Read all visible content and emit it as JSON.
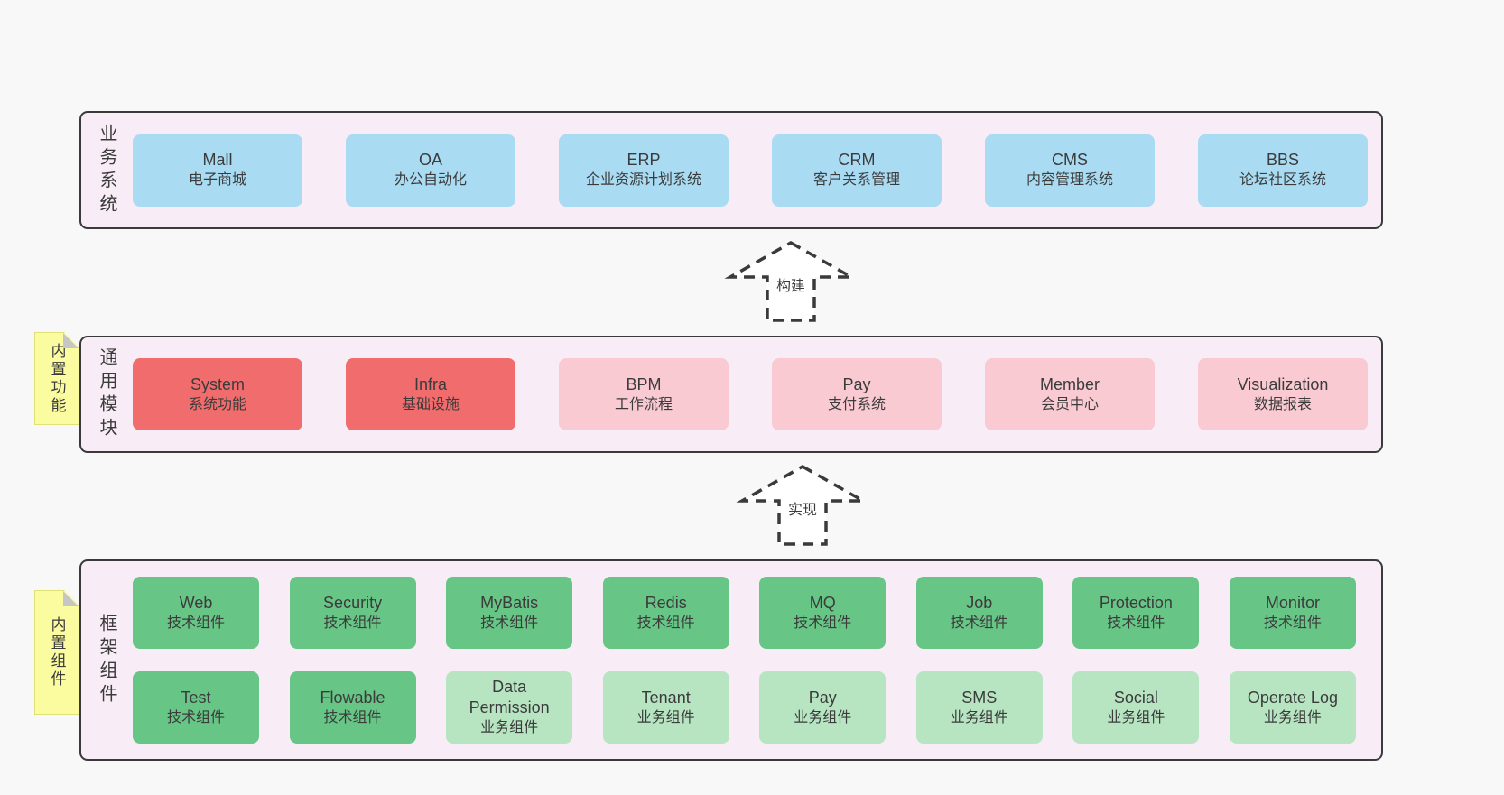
{
  "colors": {
    "page_bg": "#f8f8f8",
    "panel_bg": "#f8edf6",
    "panel_border": "#3a3a3a",
    "blue_box": "#a9dbf2",
    "red_box": "#f16c6c",
    "pink_box": "#facad3",
    "green_dark_box": "#67c585",
    "green_light_box": "#b7e5c2",
    "sticky_note": "#fbfb9f",
    "note_fold": "#c6c6c6",
    "text": "#3b3b3b"
  },
  "panels": [
    {
      "label": "业务系统",
      "boxes": [
        {
          "en": "Mall",
          "zh": "电子商城",
          "variant": "blue"
        },
        {
          "en": "OA",
          "zh": "办公自动化",
          "variant": "blue"
        },
        {
          "en": "ERP",
          "zh": "企业资源计划系统",
          "variant": "blue"
        },
        {
          "en": "CRM",
          "zh": "客户关系管理",
          "variant": "blue"
        },
        {
          "en": "CMS",
          "zh": "内容管理系统",
          "variant": "blue"
        },
        {
          "en": "BBS",
          "zh": "论坛社区系统",
          "variant": "blue"
        }
      ]
    },
    {
      "label": "通用模块",
      "note": "内置功能",
      "boxes": [
        {
          "en": "System",
          "zh": "系统功能",
          "variant": "red"
        },
        {
          "en": "Infra",
          "zh": "基础设施",
          "variant": "red"
        },
        {
          "en": "BPM",
          "zh": "工作流程",
          "variant": "pink"
        },
        {
          "en": "Pay",
          "zh": "支付系统",
          "variant": "pink"
        },
        {
          "en": "Member",
          "zh": "会员中心",
          "variant": "pink"
        },
        {
          "en": "Visualization",
          "zh": "数据报表",
          "variant": "pink"
        }
      ]
    },
    {
      "label": "框架组件",
      "note": "内置组件",
      "rows": [
        [
          {
            "en": "Web",
            "zh": "技术组件",
            "variant": "green-dark"
          },
          {
            "en": "Security",
            "zh": "技术组件",
            "variant": "green-dark"
          },
          {
            "en": "MyBatis",
            "zh": "技术组件",
            "variant": "green-dark"
          },
          {
            "en": "Redis",
            "zh": "技术组件",
            "variant": "green-dark"
          },
          {
            "en": "MQ",
            "zh": "技术组件",
            "variant": "green-dark"
          },
          {
            "en": "Job",
            "zh": "技术组件",
            "variant": "green-dark"
          },
          {
            "en": "Protection",
            "zh": "技术组件",
            "variant": "green-dark"
          },
          {
            "en": "Monitor",
            "zh": "技术组件",
            "variant": "green-dark"
          }
        ],
        [
          {
            "en": "Test",
            "zh": "技术组件",
            "variant": "green-dark"
          },
          {
            "en": "Flowable",
            "zh": "技术组件",
            "variant": "green-dark"
          },
          {
            "en": "Data Permission",
            "zh": "业务组件",
            "variant": "green-light"
          },
          {
            "en": "Tenant",
            "zh": "业务组件",
            "variant": "green-light"
          },
          {
            "en": "Pay",
            "zh": "业务组件",
            "variant": "green-light"
          },
          {
            "en": "SMS",
            "zh": "业务组件",
            "variant": "green-light"
          },
          {
            "en": "Social",
            "zh": "业务组件",
            "variant": "green-light"
          },
          {
            "en": "Operate Log",
            "zh": "业务组件",
            "variant": "green-light"
          }
        ]
      ]
    }
  ],
  "arrows": [
    {
      "label": "构建"
    },
    {
      "label": "实现"
    }
  ]
}
